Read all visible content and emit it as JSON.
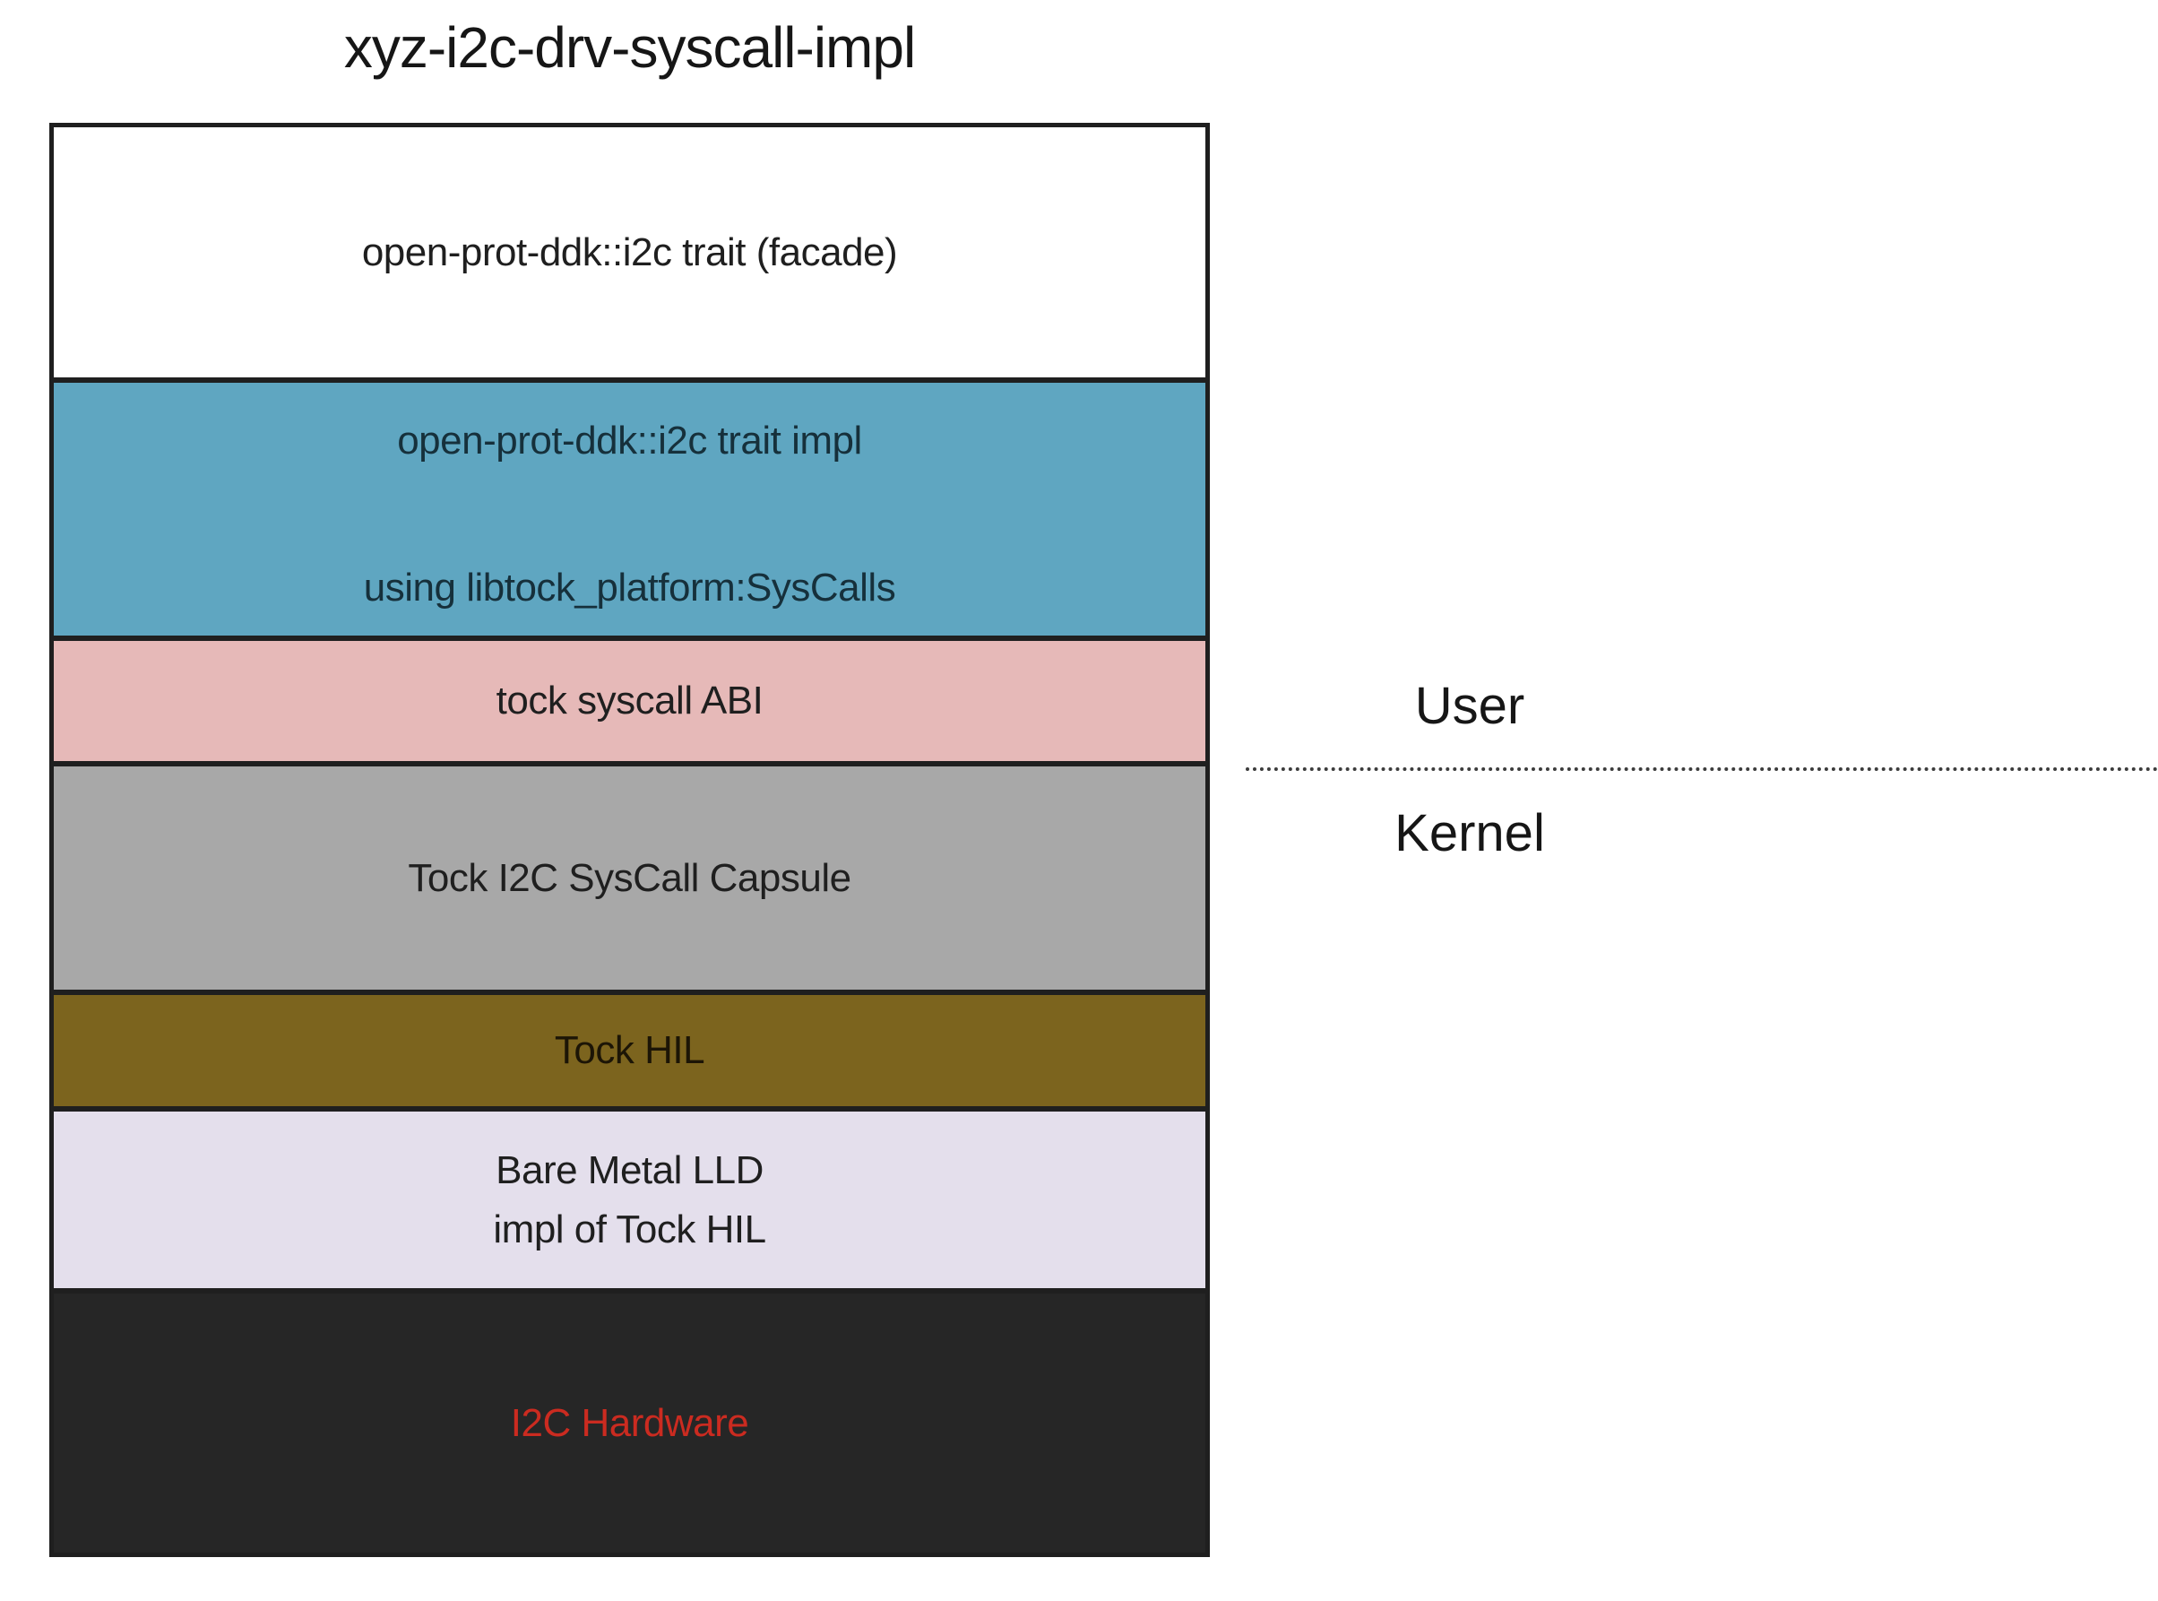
{
  "title": "xyz-i2c-drv-syscall-impl",
  "stack": {
    "layers": [
      {
        "id": "facade",
        "lines": [
          "open-prot-ddk::i2c trait (facade)"
        ],
        "bg": "#ffffff",
        "fg": "#1f1f1f"
      },
      {
        "id": "trait-impl",
        "lines": [
          "open-prot-ddk::i2c trait impl",
          "using libtock_platform:SysCalls"
        ],
        "bg": "#5fa6c1",
        "fg": "#16303b"
      },
      {
        "id": "tock-syscall-abi",
        "lines": [
          "tock syscall ABI"
        ],
        "bg": "#e6b9b8",
        "fg": "#1f1f1f"
      },
      {
        "id": "tock-i2c-syscall-capsule",
        "lines": [
          "Tock I2C SysCall Capsule"
        ],
        "bg": "#a8a8a8",
        "fg": "#1f1f1f"
      },
      {
        "id": "tock-hil",
        "lines": [
          "Tock HIL"
        ],
        "bg": "#7c641e",
        "fg": "#1c1506"
      },
      {
        "id": "bare-metal-lld",
        "lines": [
          "Bare Metal LLD",
          "impl of Tock HIL"
        ],
        "bg": "#e4dfec",
        "fg": "#1f1f1f"
      },
      {
        "id": "i2c-hardware",
        "lines": [
          "I2C Hardware"
        ],
        "bg": "#262626",
        "fg": "#cb2b20"
      }
    ]
  },
  "privilege_boundary": {
    "user_label": "User",
    "kernel_label": "Kernel",
    "divider_color": "#3c3c3c"
  }
}
